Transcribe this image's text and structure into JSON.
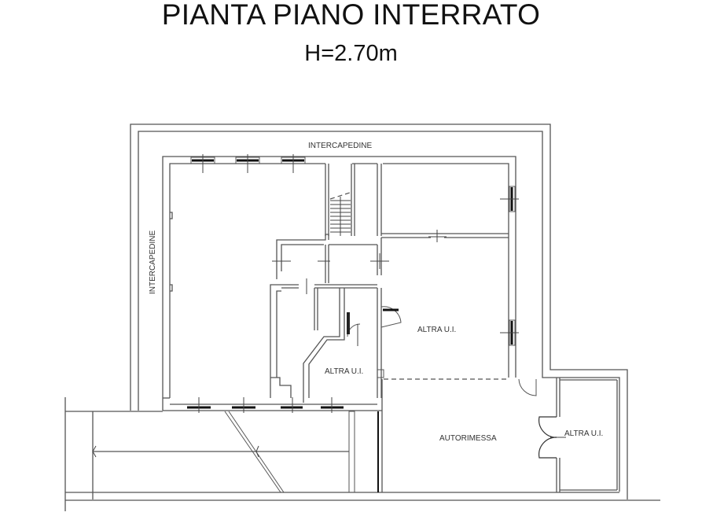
{
  "header": {
    "title": "PIANTA PIANO INTERRATO",
    "subtitle": "H=2.70m"
  },
  "plan": {
    "labels": {
      "intercapedine_top": "INTERCAPEDINE",
      "intercapedine_left": "INTERCAPEDINE",
      "altra_ui_center": "ALTRA U.I.",
      "altra_ui_small": "ALTRA U.I.",
      "autorimessa": "AUTORIMESSA",
      "altra_ui_right": "ALTRA U.I."
    },
    "colors": {
      "wall": "#555555",
      "window": "#111111",
      "background": "#ffffff"
    }
  }
}
